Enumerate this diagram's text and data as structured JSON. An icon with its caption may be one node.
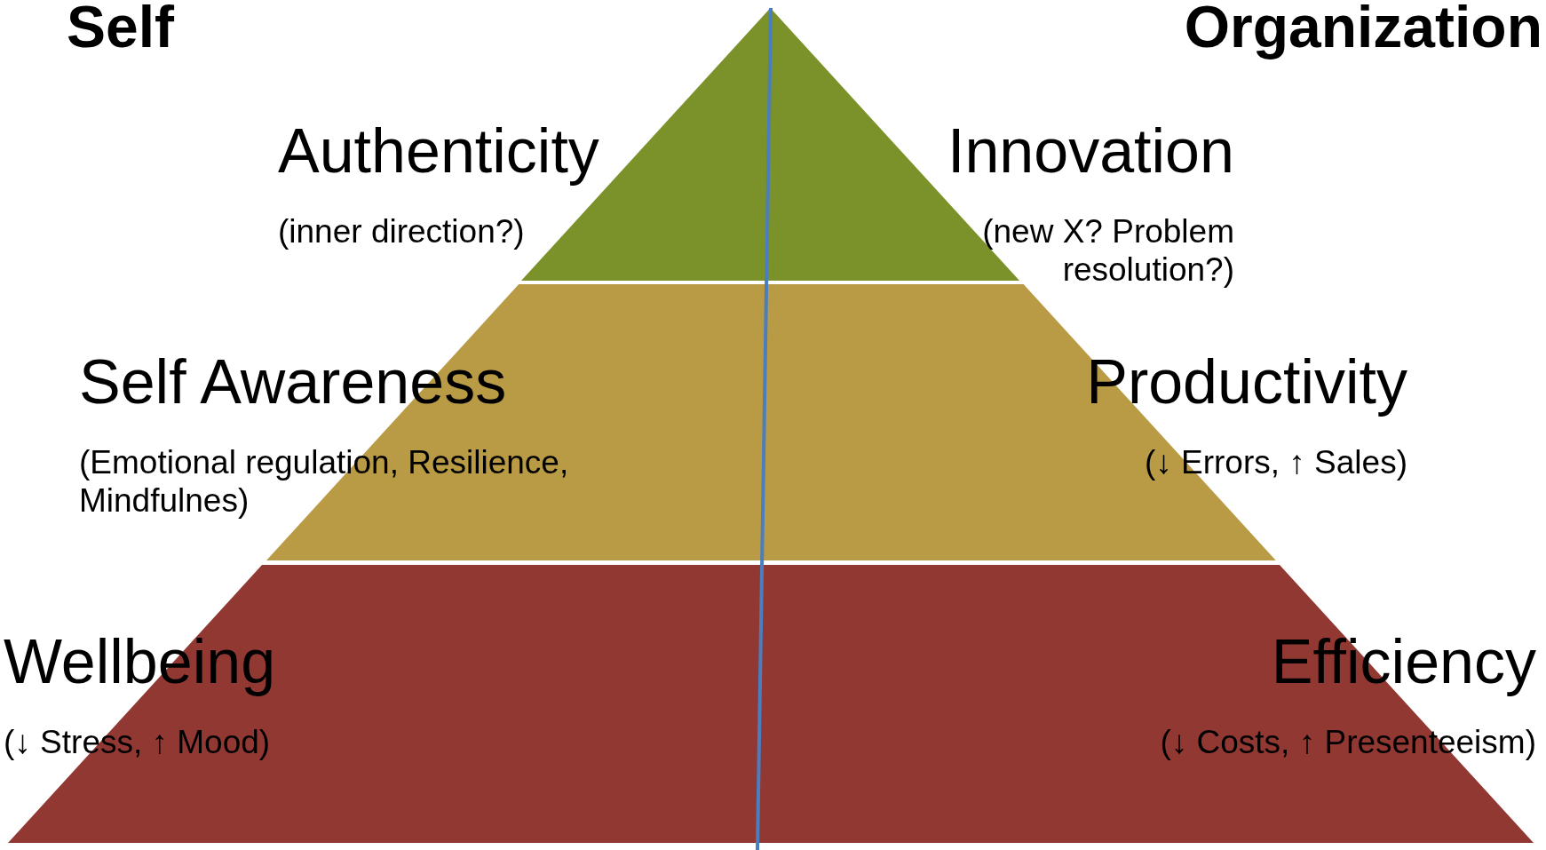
{
  "diagram": {
    "nodes": [
      {
        "text": [
          "Authenticity",
          "(inner direction?)",
          "Innovation",
          "(new X? Problem resolution?)"
        ]
      },
      {
        "text": [
          "Self Awareness",
          "(Emotional regulation, Resilience, Mindfulnes)",
          "Productivity",
          "(↓ Errors, ↑ Sales)"
        ]
      },
      {
        "text": [
          "Wellbeing",
          "(↓ Stress, ↑ Mood)",
          "Efficiency",
          "(↓ Costs, ↑ Presenteeism)"
        ]
      }
    ],
    "labels": [
      "Self",
      "Organization"
    ]
  }
}
